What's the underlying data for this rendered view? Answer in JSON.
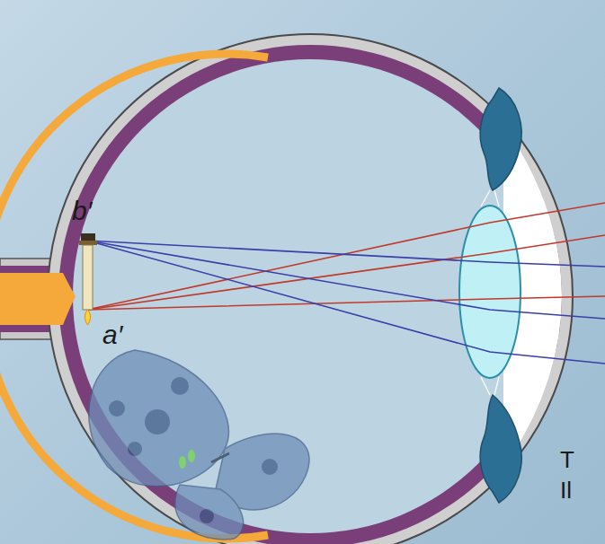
{
  "diagram": {
    "labels": [
      "b′",
      "a′",
      "T",
      "Il"
    ]
  }
}
